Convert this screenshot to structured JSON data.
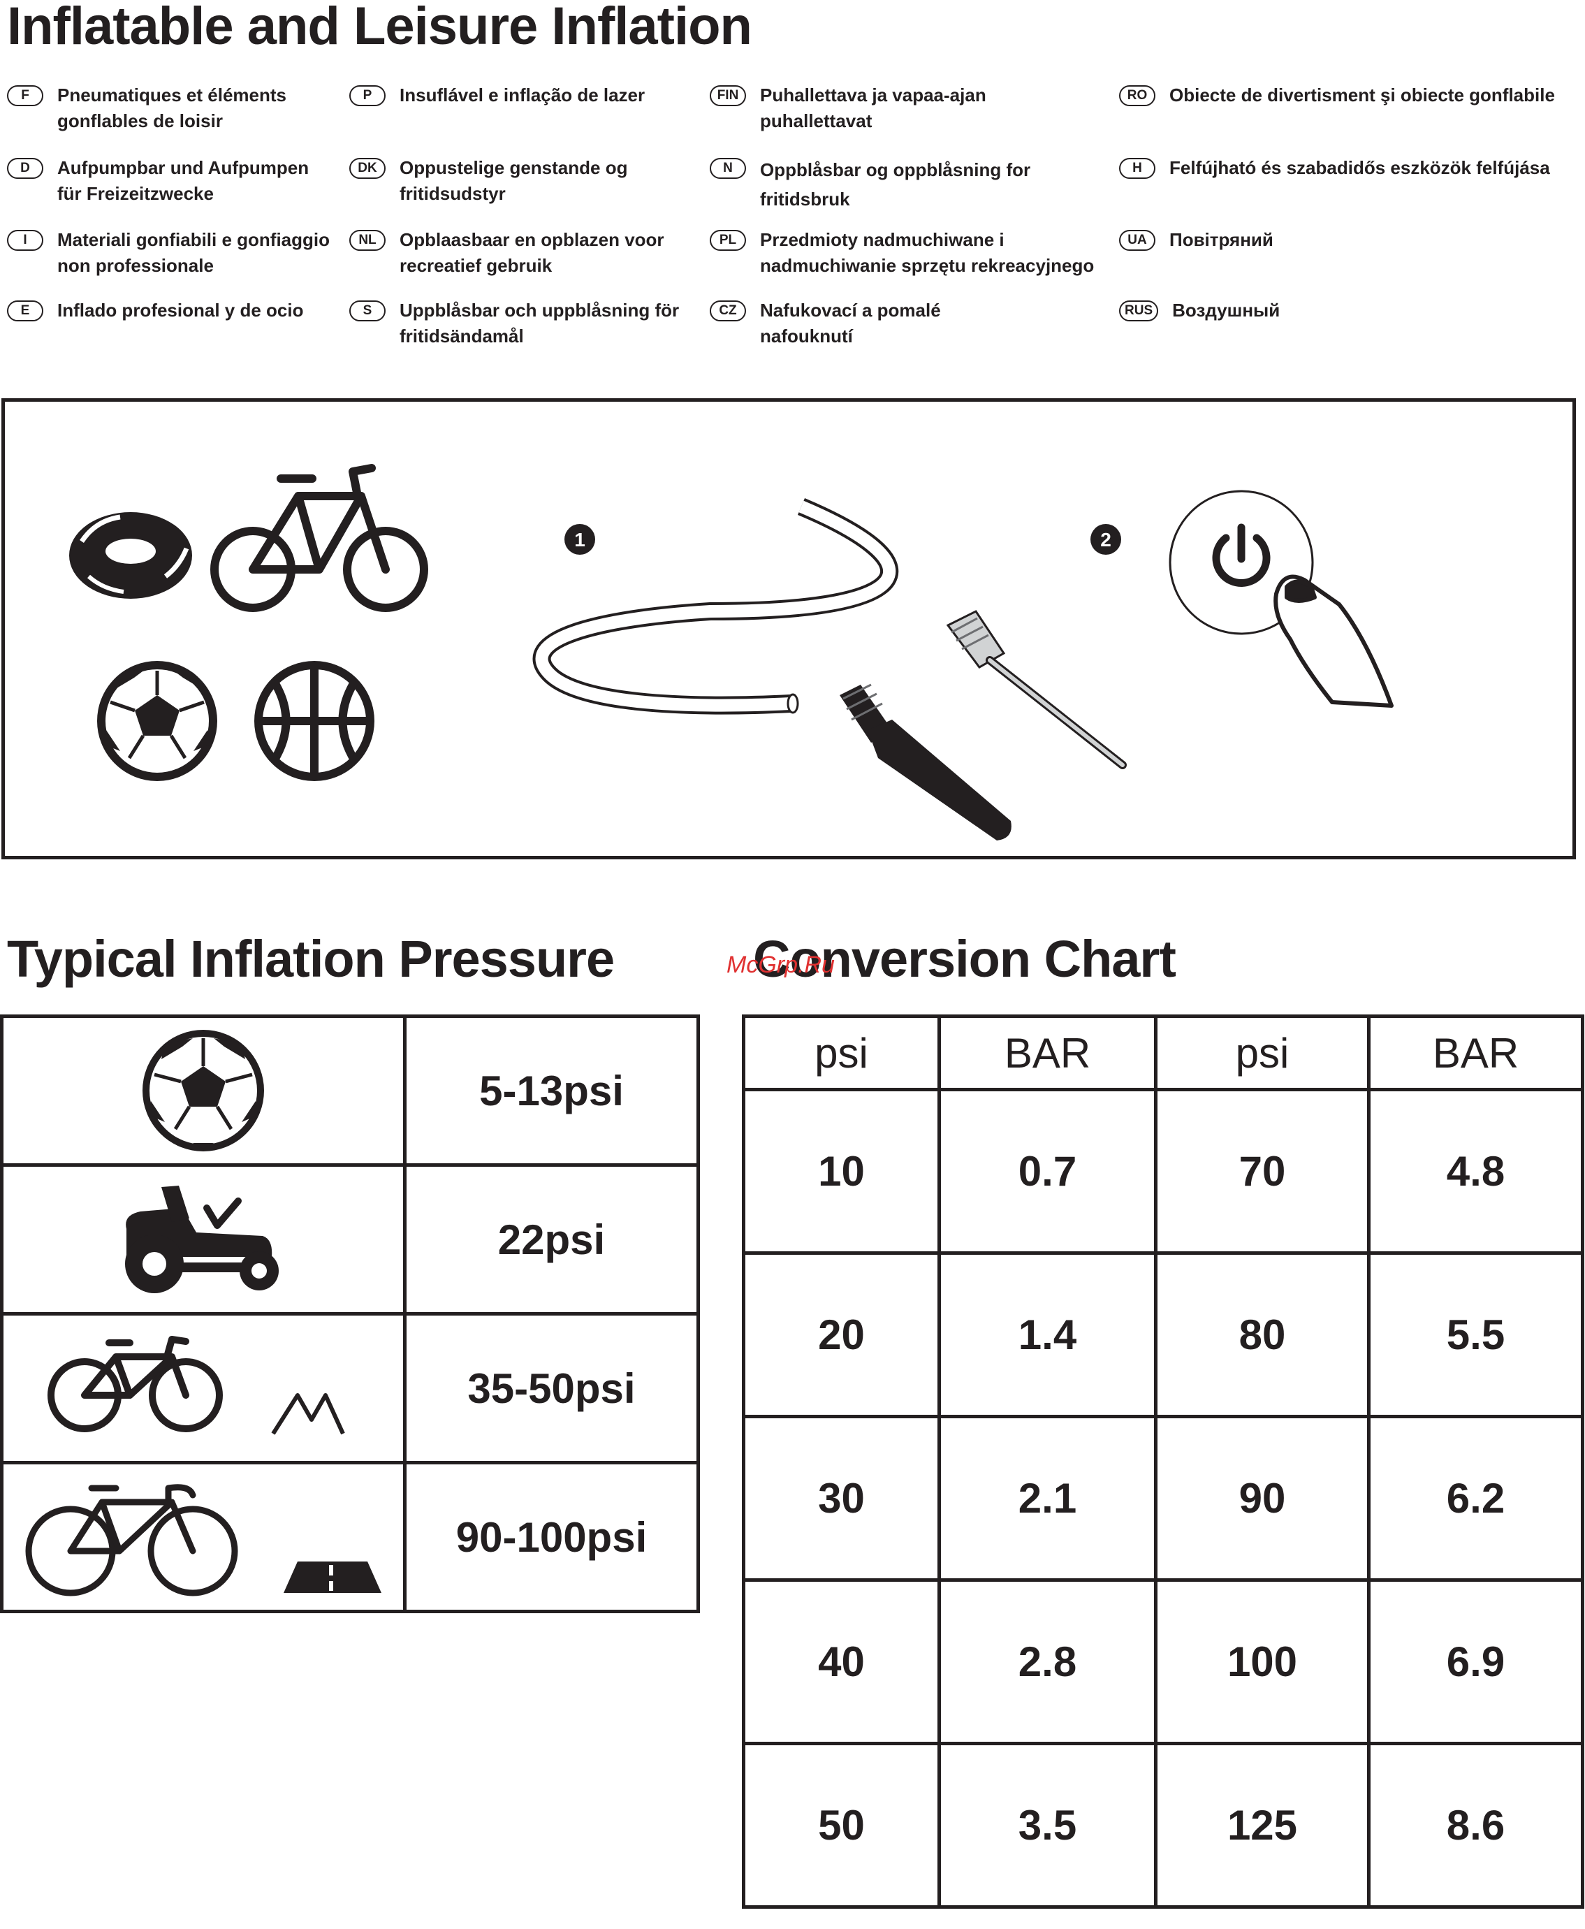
{
  "title": "Inflatable and Leisure Inflation",
  "languages": [
    {
      "code": "F",
      "text": "Pneumatiques et éléments\ngonflables de loisir"
    },
    {
      "code": "P",
      "text": "Insuflável e inflação de lazer"
    },
    {
      "code": "FIN",
      "text": "Puhallettava ja vapaa-ajan\npuhallettavat"
    },
    {
      "code": "RO",
      "text": "Obiecte de divertisment şi obiecte gonflabile"
    },
    {
      "code": "D",
      "text": "Aufpumpbar und Aufpumpen\nfür Freizeitzwecke"
    },
    {
      "code": "DK",
      "text": "Oppustelige genstande og\nfritidsudstyr"
    },
    {
      "code": "N",
      "text": "Oppblåsbar og oppblåsning for\nfritidsbruk"
    },
    {
      "code": "H",
      "text": "Felfújható és szabadidős eszközök felfújása"
    },
    {
      "code": "I",
      "text": "Materiali gonfiabili e gonfiaggio\nnon professionale"
    },
    {
      "code": "NL",
      "text": "Opblaasbaar en opblazen voor\nrecreatief gebruik"
    },
    {
      "code": "PL",
      "text": "Przedmioty nadmuchiwane i\nnadmuchiwanie sprzętu rekreacyjnego"
    },
    {
      "code": "UA",
      "text": "Повітряний"
    },
    {
      "code": "E",
      "text": "Inflado profesional y de ocio"
    },
    {
      "code": "S",
      "text": "Uppblåsbar och uppblåsning för\nfritidsändamål"
    },
    {
      "code": "CZ",
      "text": "Nafukovací a pomalé\nnafouknutí"
    },
    {
      "code": "RUS",
      "text": "Воздушный"
    }
  ],
  "steps": {
    "one": "1",
    "two": "2"
  },
  "pressure": {
    "heading": "Typical Inflation Pressure",
    "rows": [
      {
        "icon": "soccer-ball-icon",
        "value": "5-13psi"
      },
      {
        "icon": "ride-on-mower-icon",
        "value": "22psi"
      },
      {
        "icon": "mountain-bike-icon",
        "value": "35-50psi"
      },
      {
        "icon": "road-bike-icon",
        "value": "90-100psi"
      }
    ]
  },
  "conversion": {
    "heading": "Conversion Chart",
    "headers": [
      "psi",
      "BAR",
      "psi",
      "BAR"
    ],
    "rows": [
      [
        "10",
        "0.7",
        "70",
        "4.8"
      ],
      [
        "20",
        "1.4",
        "80",
        "5.5"
      ],
      [
        "30",
        "2.1",
        "90",
        "6.2"
      ],
      [
        "40",
        "2.8",
        "100",
        "6.9"
      ],
      [
        "50",
        "3.5",
        "125",
        "8.6"
      ]
    ]
  },
  "watermark": "McGrp.Ru"
}
